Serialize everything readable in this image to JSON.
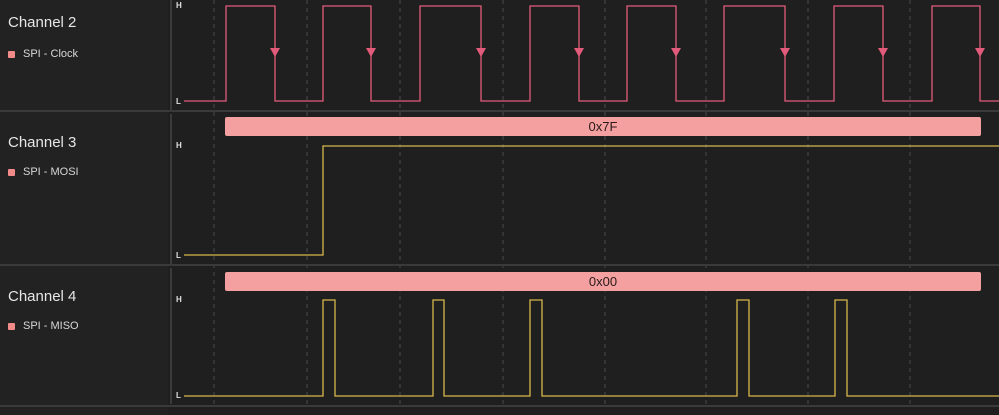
{
  "channels": [
    {
      "title": "Channel 2",
      "signal": "SPI - Clock"
    },
    {
      "title": "Channel 3",
      "signal": "SPI - MOSI",
      "byte": "0x7F"
    },
    {
      "title": "Channel 4",
      "signal": "SPI - MISO",
      "byte": "0x00"
    }
  ],
  "levels": {
    "high": "H",
    "low": "L"
  },
  "colors": {
    "clock": "#e25b7a",
    "data": "#d8b84a",
    "decode_bar": "#f4a0a0",
    "background": "#1f1f1f",
    "grid": "#4a4a4a"
  }
}
